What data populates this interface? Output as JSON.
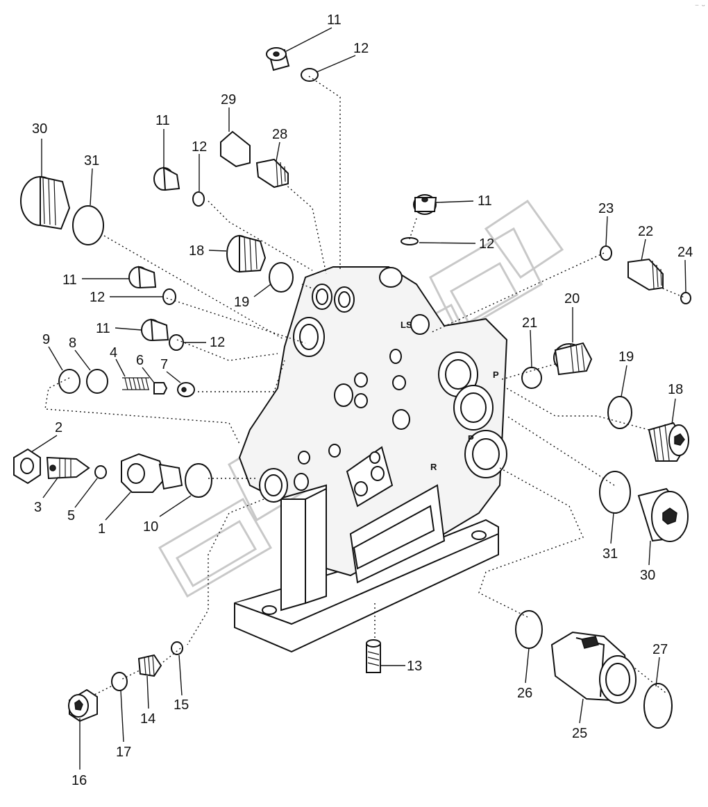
{
  "diagram": {
    "corner_mark": "⁻ ᵕ",
    "housing_stamps": {
      "ls": "LS",
      "p_upper": "P",
      "p_lower": "P",
      "r": "R"
    },
    "callouts": [
      {
        "id": "c-11a",
        "text": "11"
      },
      {
        "id": "c-12a",
        "text": "12"
      },
      {
        "id": "c-29",
        "text": "29"
      },
      {
        "id": "c-28",
        "text": "28"
      },
      {
        "id": "c-30a",
        "text": "30"
      },
      {
        "id": "c-31a",
        "text": "31"
      },
      {
        "id": "c-11b",
        "text": "11"
      },
      {
        "id": "c-12b",
        "text": "12"
      },
      {
        "id": "c-11c",
        "text": "11"
      },
      {
        "id": "c-12c",
        "text": "12"
      },
      {
        "id": "c-18a",
        "text": "18"
      },
      {
        "id": "c-19a",
        "text": "19"
      },
      {
        "id": "c-11d",
        "text": "11"
      },
      {
        "id": "c-12d",
        "text": "12"
      },
      {
        "id": "c-11e",
        "text": "11"
      },
      {
        "id": "c-12e",
        "text": "12"
      },
      {
        "id": "c-23",
        "text": "23"
      },
      {
        "id": "c-22",
        "text": "22"
      },
      {
        "id": "c-24",
        "text": "24"
      },
      {
        "id": "c-9",
        "text": "9"
      },
      {
        "id": "c-8",
        "text": "8"
      },
      {
        "id": "c-4",
        "text": "4"
      },
      {
        "id": "c-6",
        "text": "6"
      },
      {
        "id": "c-7",
        "text": "7"
      },
      {
        "id": "c-20",
        "text": "20"
      },
      {
        "id": "c-21",
        "text": "21"
      },
      {
        "id": "c-19b",
        "text": "19"
      },
      {
        "id": "c-18b",
        "text": "18"
      },
      {
        "id": "c-2",
        "text": "2"
      },
      {
        "id": "c-3",
        "text": "3"
      },
      {
        "id": "c-5",
        "text": "5"
      },
      {
        "id": "c-1",
        "text": "1"
      },
      {
        "id": "c-10",
        "text": "10"
      },
      {
        "id": "c-31b",
        "text": "31"
      },
      {
        "id": "c-30b",
        "text": "30"
      },
      {
        "id": "c-13",
        "text": "13"
      },
      {
        "id": "c-15",
        "text": "15"
      },
      {
        "id": "c-14",
        "text": "14"
      },
      {
        "id": "c-17",
        "text": "17"
      },
      {
        "id": "c-16",
        "text": "16"
      },
      {
        "id": "c-26",
        "text": "26"
      },
      {
        "id": "c-25",
        "text": "25"
      },
      {
        "id": "c-27",
        "text": "27"
      }
    ]
  }
}
